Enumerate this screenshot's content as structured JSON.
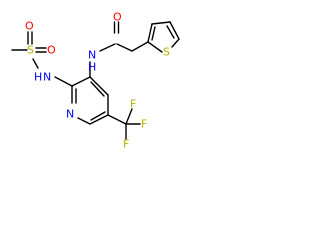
{
  "molecule": {
    "colors": {
      "bond": "#000000",
      "oxygen": "#ff0000",
      "sulfur": "#b2b200",
      "nitrogen": "#0000ff",
      "fluorine": "#b3b300",
      "carbon": "#000000"
    },
    "labels": {
      "carbonyl_oxygen": "O",
      "amide_nitrogen": "N",
      "amide_hydrogen": "H",
      "thiophene_sulfur": "S",
      "sulfonyl_sulfur": "S",
      "sulfonyl_oxygen_top": "O",
      "sulfonyl_oxygen_bottom": "O",
      "sulfonamide_hydrogen": "H",
      "sulfonamide_nitrogen": "N",
      "pyridine_nitrogen": "N",
      "fluorine_top": "F",
      "fluorine_right": "F",
      "fluorine_bottom": "F"
    }
  }
}
